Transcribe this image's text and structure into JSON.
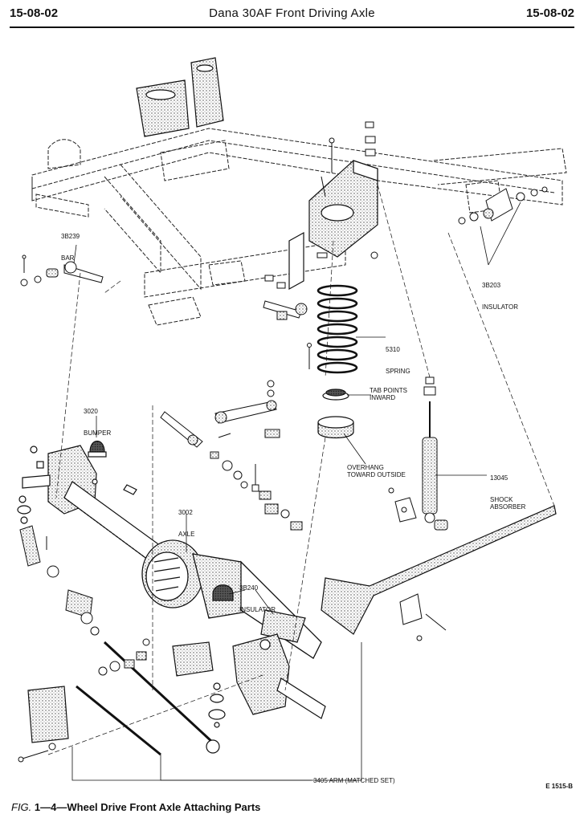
{
  "header": {
    "page_left": "15-08-02",
    "title": "Dana 30AF Front Driving Axle",
    "page_right": "15-08-02"
  },
  "callouts": {
    "bar": {
      "num": "3B239",
      "name": "BAR"
    },
    "insulator_top": {
      "num": "3B203",
      "name": "INSULATOR"
    },
    "spring": {
      "num": "5310",
      "name": "SPRING"
    },
    "tab": "TAB POINTS\nINWARD",
    "overhang": "OVERHANG\nTOWARD OUTSIDE",
    "shock": {
      "num": "13045",
      "name": "SHOCK\nABSORBER"
    },
    "bumper": {
      "num": "3020",
      "name": "BUMPER"
    },
    "axle": {
      "num": "3002",
      "name": "AXLE"
    },
    "insulator_mid": {
      "num": "3B240",
      "name": "INSULATOR"
    },
    "arm": "3405 ARM (MATCHED SET)"
  },
  "figure_code": "E 1515-B",
  "caption": {
    "fig_label": "FIG.",
    "number": "1—4",
    "text": "—Wheel Drive Front Axle Attaching Parts"
  }
}
